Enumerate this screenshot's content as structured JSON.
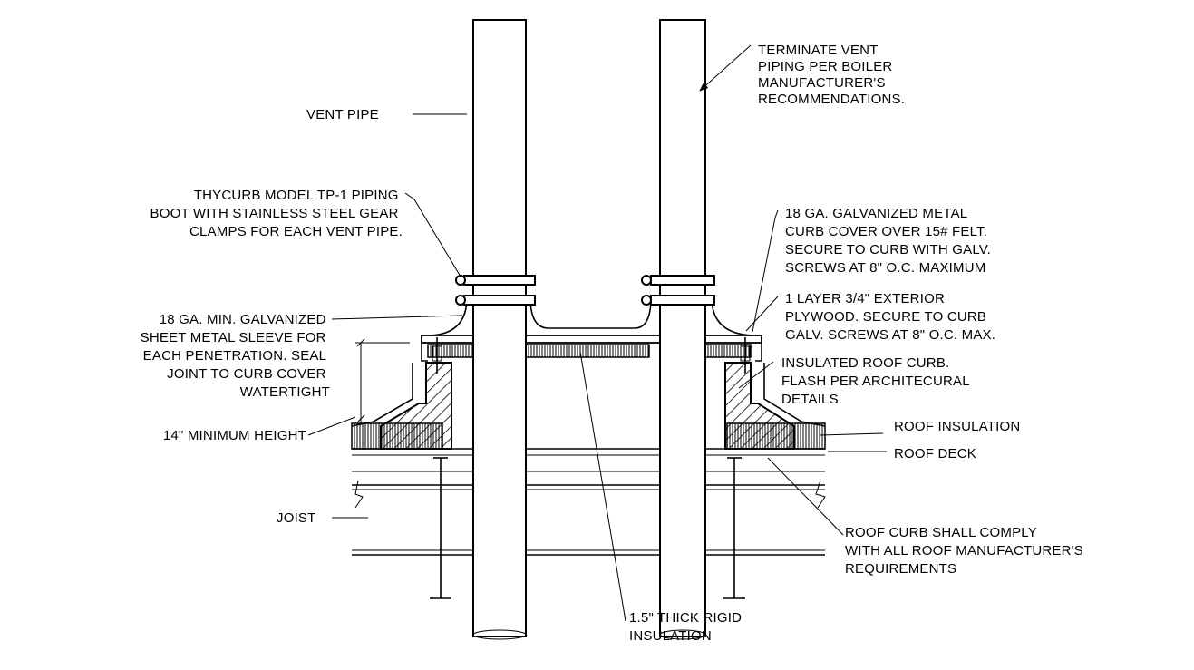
{
  "labels": {
    "vent_pipe": "VENT PIPE",
    "terminate": [
      "TERMINATE VENT",
      "PIPING PER BOILER",
      "MANUFACTURER'S",
      "RECOMMENDATIONS."
    ],
    "boot": [
      "THYCURB MODEL TP-1 PIPING",
      "BOOT WITH STAINLESS STEEL GEAR",
      "CLAMPS FOR EACH VENT PIPE."
    ],
    "curb_cover": [
      "18 GA. GALVANIZED METAL",
      "CURB COVER OVER 15# FELT.",
      "SECURE TO CURB WITH GALV.",
      "SCREWS AT 8\" O.C. MAXIMUM"
    ],
    "plywood": [
      "1 LAYER 3/4\" EXTERIOR",
      "PLYWOOD.  SECURE TO CURB",
      "GALV. SCREWS AT 8\" O.C. MAX."
    ],
    "sleeve": [
      "18 GA. MIN. GALVANIZED",
      "SHEET METAL SLEEVE FOR",
      "EACH PENETRATION.  SEAL",
      "JOINT TO CURB COVER",
      "WATERTIGHT"
    ],
    "roof_curb": [
      "INSULATED ROOF CURB.",
      "FLASH PER ARCHITECURAL",
      "DETAILS"
    ],
    "min_height": "14\" MINIMUM HEIGHT",
    "roof_insulation": "ROOF INSULATION",
    "roof_deck": "ROOF DECK",
    "joist": "JOIST",
    "comply": [
      "ROOF CURB SHALL COMPLY",
      "WITH ALL ROOF MANUFACTURER'S",
      "REQUIREMENTS"
    ],
    "rigid": [
      "1.5\" THICK RIGID",
      "INSULATION"
    ]
  }
}
